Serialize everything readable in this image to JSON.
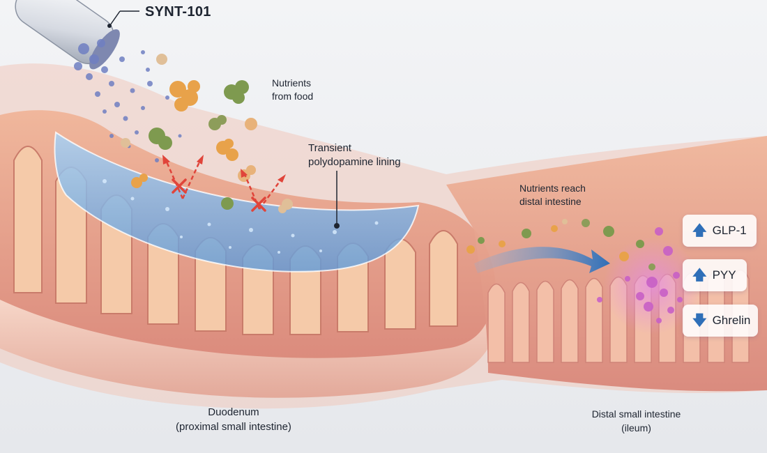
{
  "labels": {
    "drug": "SYNT-101",
    "nutrients_food_line1": "Nutrients",
    "nutrients_food_line2": "from food",
    "lining_line1": "Transient",
    "lining_line2": "polydopamine lining",
    "nutrients_distal_line1": "Nutrients reach",
    "nutrients_distal_line2": "distal intestine",
    "duodenum_line1": "Duodenum",
    "duodenum_line2": "(proximal small intestine)",
    "ileum_line1": "Distal small intestine",
    "ileum_line2": "(ileum)"
  },
  "hormones": [
    {
      "name": "GLP-1",
      "direction": "up",
      "icon": "arrow-up-icon"
    },
    {
      "name": "PYY",
      "direction": "up",
      "icon": "arrow-up-icon"
    },
    {
      "name": "Ghrelin",
      "direction": "down",
      "icon": "arrow-down-icon"
    }
  ],
  "colors": {
    "tissue": "#e9a98f",
    "villi": "#f2c3a6",
    "lining": "#7fb3e6",
    "drug_particles": "#6f7fc2",
    "hormone_particles": "#c860c6",
    "arrow": "#2f6fb8",
    "blocked": "#e0443a"
  }
}
